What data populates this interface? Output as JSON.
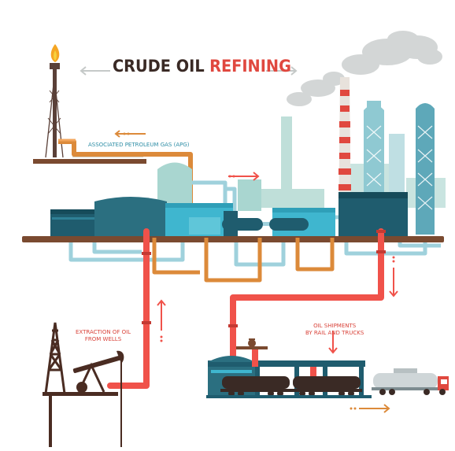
{
  "title": {
    "part1": "CRUDE OIL",
    "part2": "REFINING"
  },
  "labels": {
    "associated_gas": "ASSOCIATED PETROLEUM GAS (APG)",
    "extraction_line1": "EXTRACTION OF OIL",
    "extraction_line2": "FROM WELLS",
    "shipments_line1": "OIL SHIPMENTS",
    "shipments_line2": "BY RAIL AND TRUCKS"
  },
  "colors": {
    "crude_pipe": "#f0524a",
    "gas_pipe": "#dc8a3a",
    "light_pipe": "#9fd1dc",
    "ground": "#7a4a30",
    "tank_dark": "#1f5c6e",
    "tank_mid": "#2f8096",
    "tank_cyan": "#3fb6cf",
    "structure_dark": "#3a2a25",
    "smoke": "#d3d6d6"
  },
  "icons": [
    "flare-flame-icon",
    "gas-flow-arrow-icon",
    "oil-flow-arrow-icon",
    "oil-derrick-icon",
    "pumpjack-icon",
    "tank-car-icon",
    "tank-truck-icon",
    "chimney-icon"
  ]
}
